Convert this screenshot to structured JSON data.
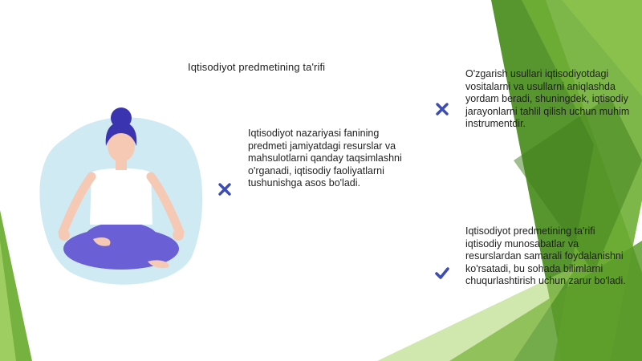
{
  "slide": {
    "title": "Iqtisodiyot predmetining ta'rifi",
    "blocks": [
      {
        "id": "center",
        "icon": "cross-icon",
        "text": "Iqtisodiyot nazariyasi fanining predmeti jamiyatdagi resurslar va mahsulotlarni qanday taqsimlashni o'rganadi, iqtisodiy faoliyatlarni tushunishga asos bo'ladi."
      },
      {
        "id": "top-right",
        "icon": "cross-icon",
        "text": "O'zgarish usullari iqtisodiyotdagi vositalarni va usullarni aniqlashda yordam beradi, shuningdek, iqtisodiy jarayonlarni tahlil qilish uchun muhim instrumentdir."
      },
      {
        "id": "bottom-right",
        "icon": "check-icon",
        "text": "Iqtisodiyot predmetining ta'rifi iqtisodiy munosabatlar va resurslardan samarali foydalanishni ko'rsatadi, bu sohada bilimlarni chuqurlashtirish uchun zarur bo'ladi."
      }
    ]
  },
  "colors": {
    "accent_icon": "#3b4cb8",
    "green_dark": "#4e8f24",
    "green_mid": "#6fae35",
    "green_light": "#a9d46a",
    "illustration_blob": "#cfeaf3",
    "figure_purple": "#6b5fd6",
    "figure_hair": "#3a34b0",
    "skin": "#f6c9b5"
  }
}
